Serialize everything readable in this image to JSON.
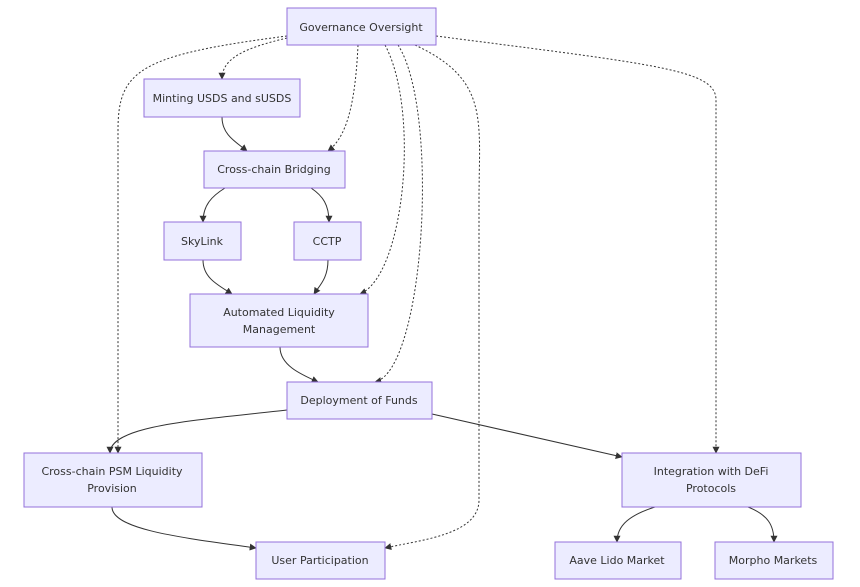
{
  "nodes": {
    "governance": "Governance Oversight",
    "minting": "Minting USDS and sUSDS",
    "bridging": "Cross-chain Bridging",
    "skylink": "SkyLink",
    "cctp": "CCTP",
    "liquidity_mgmt": [
      "Automated Liquidity",
      "Management"
    ],
    "deployment": "Deployment of Funds",
    "psm": [
      "Cross-chain PSM Liquidity",
      "Provision"
    ],
    "defi": [
      "Integration with DeFi",
      "Protocols"
    ],
    "user": "User Participation",
    "aave": "Aave Lido Market",
    "morpho": "Morpho Markets"
  },
  "colors": {
    "node_fill": "#ECECFF",
    "node_stroke": "#9370DB",
    "edge": "#333333",
    "text": "#333333"
  }
}
